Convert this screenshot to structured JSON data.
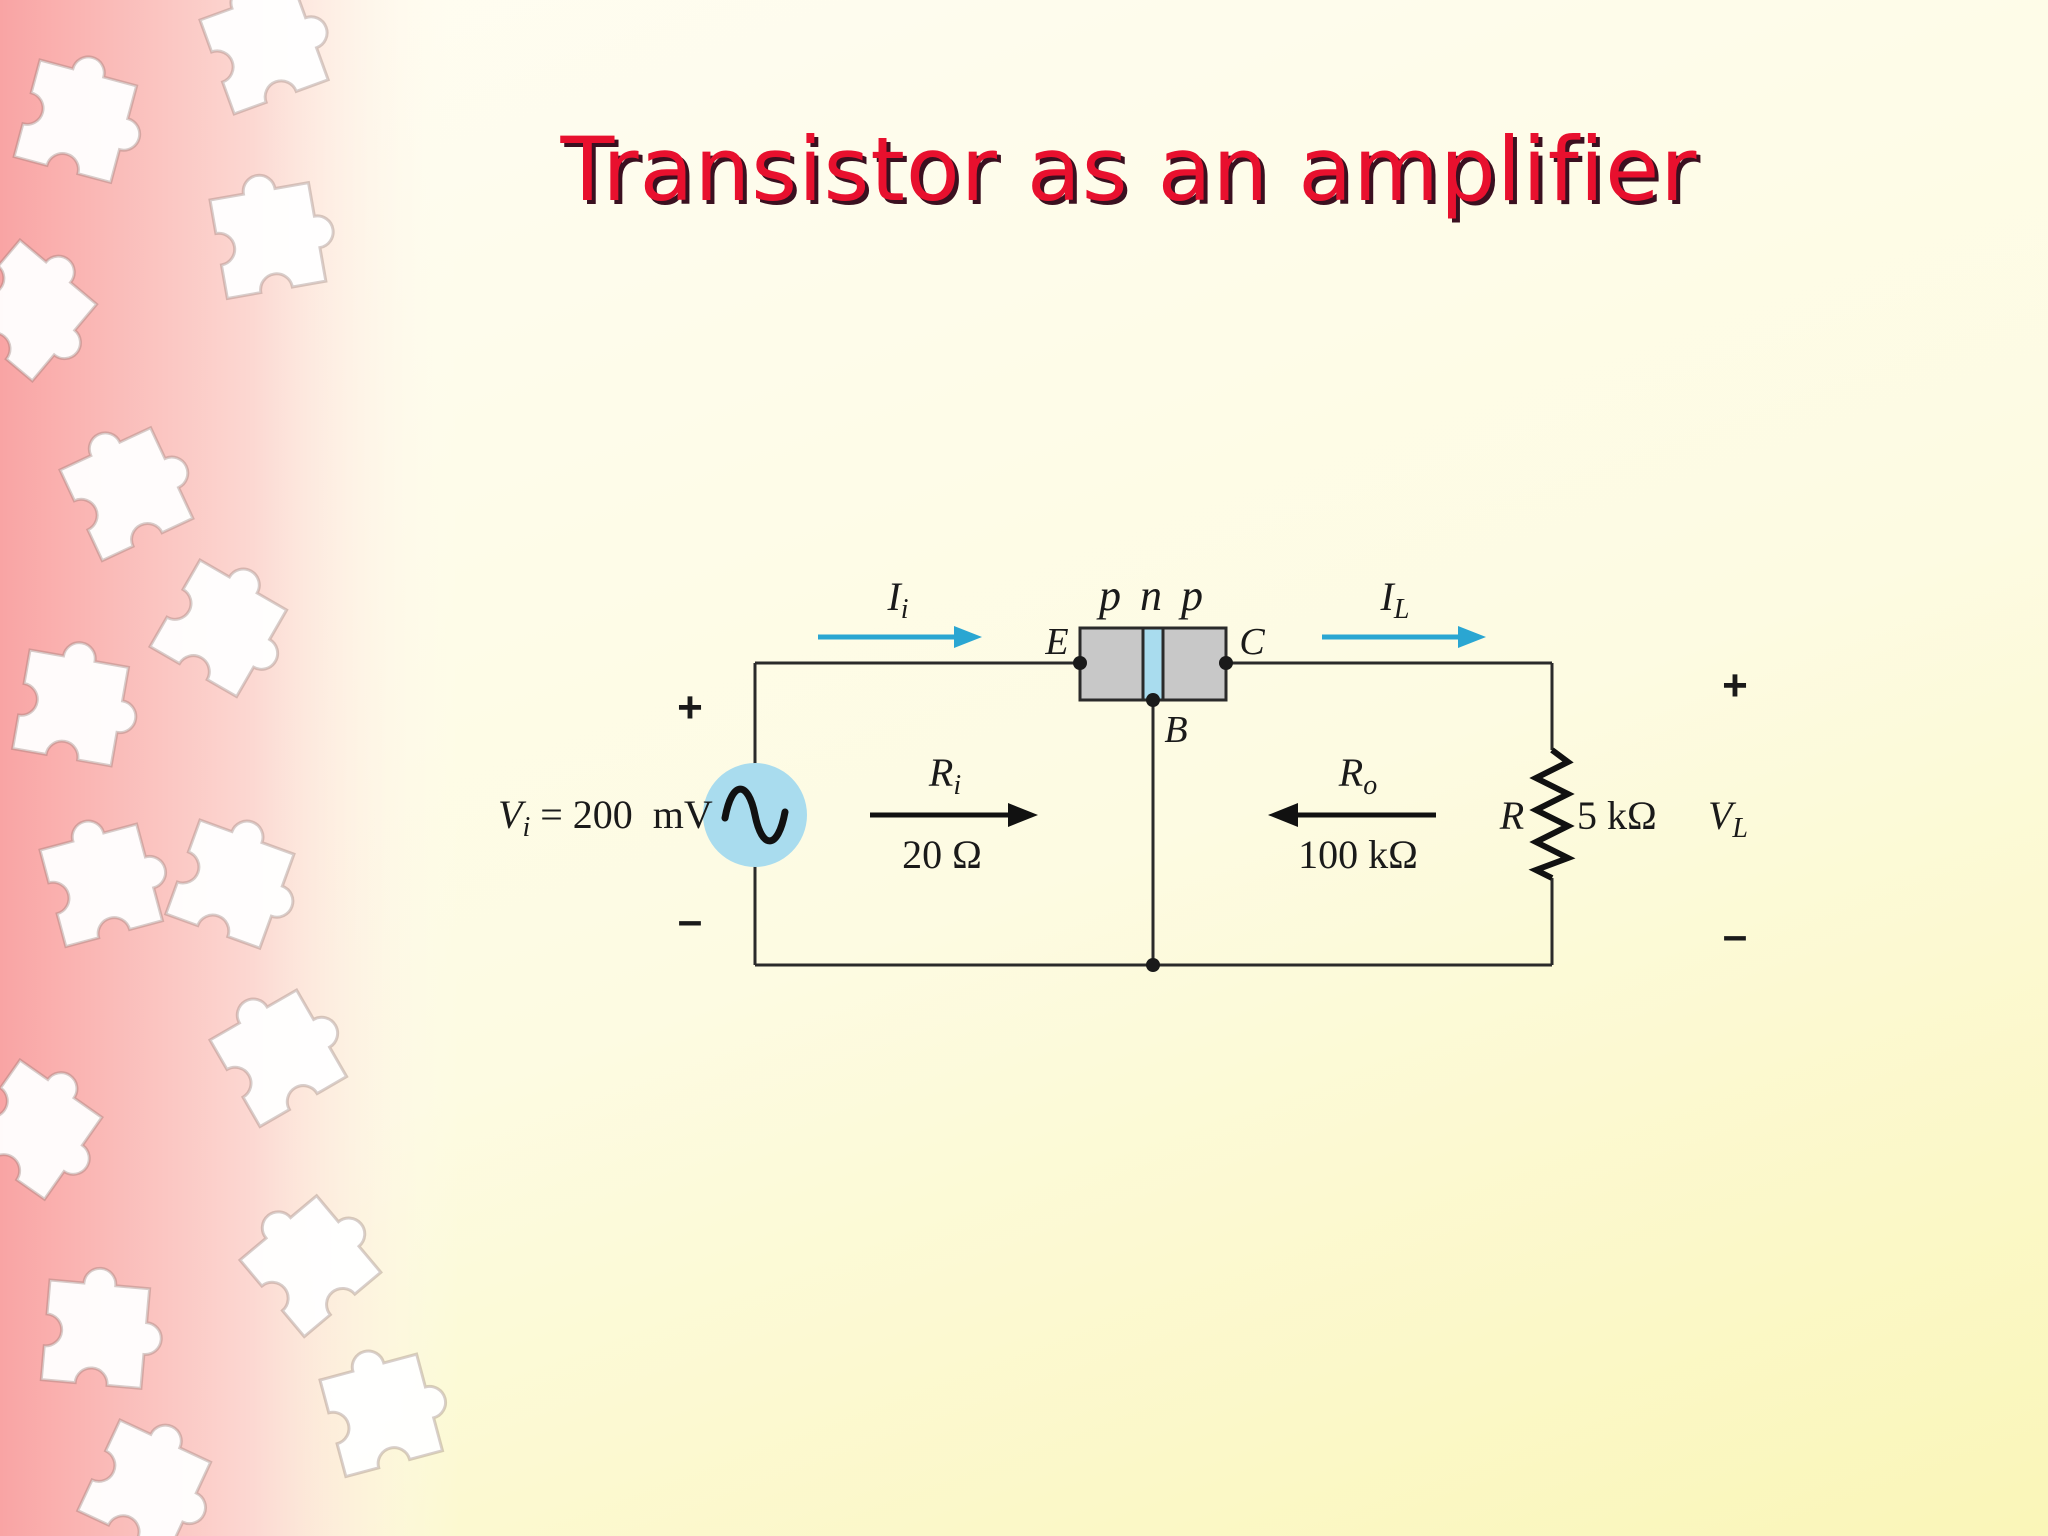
{
  "title": "Transistor as an amplifier",
  "colors": {
    "title": "#e8102e",
    "title_shadow": "#3a1020",
    "current_arrow": "#2aa6d2",
    "source_fill": "#a9dcee",
    "transistor_fill": "#c8c8c8",
    "base_fill": "#a9dcee"
  },
  "circuit": {
    "transistor": {
      "type": "p n p",
      "emitter": "E",
      "base": "B",
      "collector": "C"
    },
    "input_current": {
      "symbol": "I",
      "subscript": "i"
    },
    "load_current": {
      "symbol": "I",
      "subscript": "L"
    },
    "input_voltage": {
      "symbol": "V",
      "subscript": "i",
      "value": " = 200  mV"
    },
    "input_resistance": {
      "symbol": "R",
      "subscript": "i",
      "value": "20 Ω"
    },
    "output_resistance": {
      "symbol": "R",
      "subscript": "o",
      "value": "100 kΩ"
    },
    "load_resistor": {
      "symbol": "R",
      "value": "5 kΩ"
    },
    "load_voltage": {
      "symbol": "V",
      "subscript": "L"
    },
    "polarity": {
      "plus": "+",
      "minus": "–"
    }
  }
}
